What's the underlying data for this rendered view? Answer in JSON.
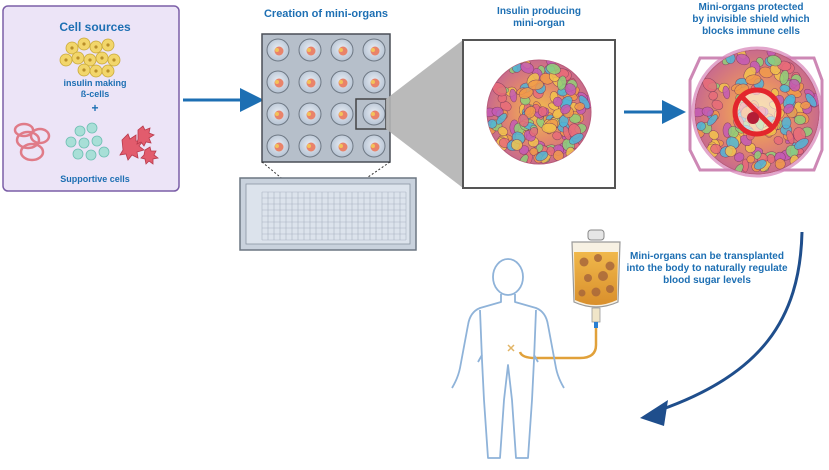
{
  "labels": {
    "cell_sources": "Cell sources",
    "insulin_cells_line1": "insulin making",
    "insulin_cells_line2": "ß-cells",
    "plus": "+",
    "supportive_cells": "Supportive cells",
    "creation": "Creation of mini-organs",
    "insulin_organ_line1": "Insulin producing",
    "insulin_organ_line2": "mini-organ",
    "protected_line1": "Mini-organs protected",
    "protected_line2": "by invisible shield which",
    "protected_line3": "blocks immune cells",
    "transplant_line1": "Mini-organs can be transplanted",
    "transplant_line2": "into the body to naturally regulate",
    "transplant_line3": "blood sugar levels"
  },
  "colors": {
    "accent_blue": "#1d6fb3",
    "panel_fill": "#ece4f7",
    "panel_border": "#7b5ea7",
    "beta_cell": "#f2d66b",
    "support_pink": "#e98a95",
    "support_teal": "#9fd9d2",
    "support_red": "#e05a6a",
    "body_outline": "#8fb3d9",
    "iv_fluid": "#e0a53b"
  },
  "icons": {
    "arrow": "right-arrow-icon",
    "no_sign": "prohibited-icon",
    "body": "human-body-icon",
    "iv_bag": "iv-bag-icon"
  }
}
